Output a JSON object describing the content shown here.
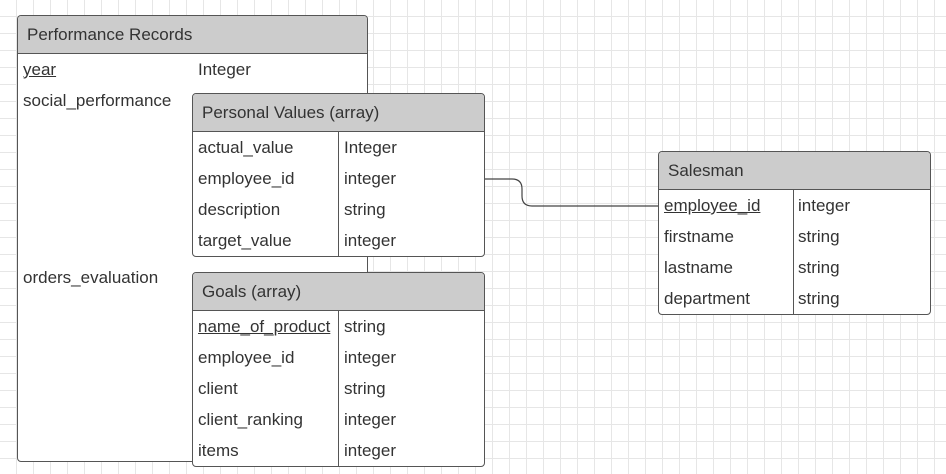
{
  "entities": {
    "performance_records": {
      "title": "Performance Records",
      "fields": [
        {
          "name": "year",
          "type": "Integer",
          "pk": true
        },
        {
          "name": "social_performance",
          "type": "",
          "pk": false
        },
        {
          "name": "orders_evaluation",
          "type": "",
          "pk": false
        }
      ]
    },
    "personal_values": {
      "title": "Personal Values (array)",
      "fields": [
        {
          "name": "actual_value",
          "type": "Integer",
          "pk": false
        },
        {
          "name": "employee_id",
          "type": "integer",
          "pk": false
        },
        {
          "name": "description",
          "type": "string",
          "pk": false
        },
        {
          "name": "target_value",
          "type": "integer",
          "pk": false
        }
      ]
    },
    "goals": {
      "title": "Goals (array)",
      "fields": [
        {
          "name": "name_of_product",
          "type": "string",
          "pk": true
        },
        {
          "name": "employee_id",
          "type": "integer",
          "pk": false
        },
        {
          "name": "client",
          "type": "string",
          "pk": false
        },
        {
          "name": "client_ranking",
          "type": "integer",
          "pk": false
        },
        {
          "name": "items",
          "type": "integer",
          "pk": false
        }
      ]
    },
    "salesman": {
      "title": "Salesman",
      "fields": [
        {
          "name": "employee_id",
          "type": "integer",
          "pk": true
        },
        {
          "name": "firstname",
          "type": "string",
          "pk": false
        },
        {
          "name": "lastname",
          "type": "string",
          "pk": false
        },
        {
          "name": "department",
          "type": "string",
          "pk": false
        }
      ]
    }
  },
  "relationships": [
    {
      "from": "personal_values",
      "to": "salesman",
      "type": "one-to-one"
    }
  ]
}
